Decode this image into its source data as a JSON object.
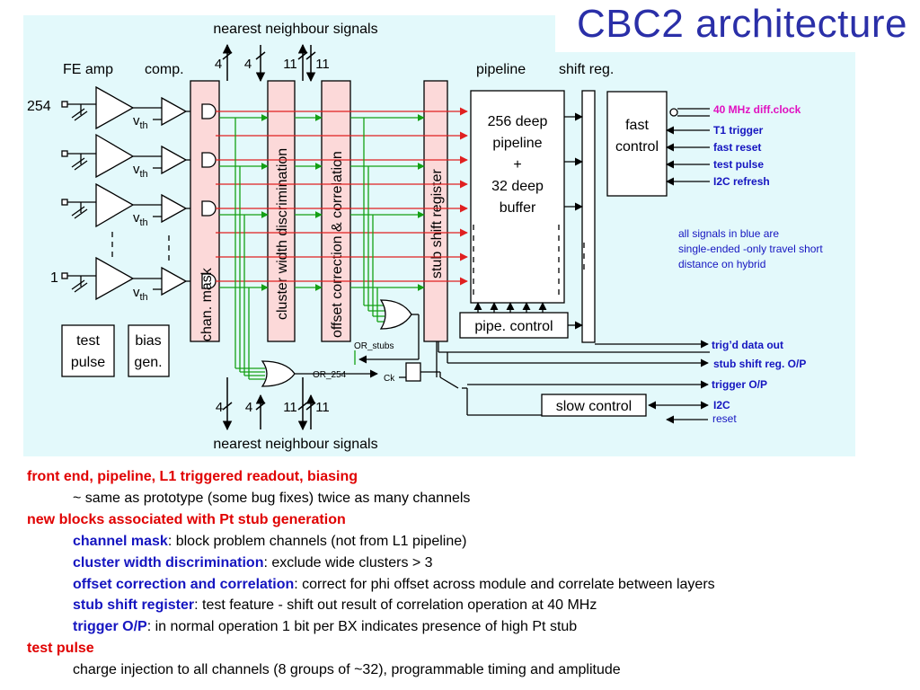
{
  "title": "CBC2 architecture",
  "diagram": {
    "top_label": "nearest neighbour signals",
    "bottom_label": "nearest neighbour signals",
    "bus_widths_top": [
      "4",
      "4",
      "11",
      "11"
    ],
    "bus_widths_bottom": [
      "4",
      "4",
      "11",
      "11"
    ],
    "fe_amp": "FE amp",
    "comp": "comp.",
    "pipeline": "pipeline",
    "shift_reg": "shift reg.",
    "channel_254": "254",
    "channel_1": "1",
    "vth": "v",
    "vth_sub": "th",
    "chan_mask": "chan. mask",
    "cluster_width": "cluster width discrimination",
    "offset_correction": "offset correction & correlation",
    "stub_shift_register": "stub shift register",
    "pipeline_box": [
      "256 deep",
      "pipeline",
      "+",
      "32 deep",
      "buffer"
    ],
    "fast_control": [
      "fast",
      "control"
    ],
    "pipe_control": "pipe. control",
    "slow_control": "slow control",
    "test_pulse": [
      "test",
      "pulse"
    ],
    "bias_gen": [
      "bias",
      "gen."
    ],
    "or_stubs": "OR_stubs",
    "or_254": "OR_254",
    "ck": "Ck",
    "inputs": [
      {
        "label": "40 MHz diff.clock",
        "color": "#e010c0"
      },
      {
        "label": "T1 trigger",
        "color": "#1515c0"
      },
      {
        "label": "fast reset",
        "color": "#1515c0"
      },
      {
        "label": "test pulse",
        "color": "#1515c0"
      },
      {
        "label": "I2C refresh",
        "color": "#1515c0"
      }
    ],
    "blue_note": [
      "all signals in blue are",
      "single-ended -only travel short",
      "distance on hybrid"
    ],
    "outputs": [
      "trig’d data out",
      "stub shift reg. O/P",
      "trigger O/P"
    ],
    "i2c": "I2C",
    "reset": "reset",
    "colors": {
      "panel": "#e3f9fb",
      "block_fill": "#fcd9d9",
      "line_red": "#e02020",
      "line_green": "#14a014",
      "blue_text": "#1515c0",
      "title": "#2a2fa8"
    }
  },
  "notes": [
    {
      "kind": "header",
      "text": "front end, pipeline, L1 triggered readout, biasing"
    },
    {
      "kind": "plain",
      "text": "~ same as prototype (some bug fixes) twice as many channels"
    },
    {
      "kind": "header",
      "text": "new blocks associated with Pt stub generation"
    },
    {
      "kind": "item",
      "term": "channel mask",
      "text": ": block problem channels (not from L1 pipeline)"
    },
    {
      "kind": "item",
      "term": "cluster width discrimination",
      "text": ": exclude wide clusters > 3"
    },
    {
      "kind": "item",
      "term": "offset correction and correlation",
      "text": ": correct for phi offset across module and correlate between layers"
    },
    {
      "kind": "item",
      "term": "stub shift register",
      "text": ": test feature - shift out result of correlation operation at 40 MHz"
    },
    {
      "kind": "item",
      "term": "trigger O/P",
      "text": ": in normal operation 1 bit per BX indicates presence of high Pt stub"
    },
    {
      "kind": "header",
      "text": "test pulse"
    },
    {
      "kind": "plain",
      "text": "charge injection to all channels (8 groups of ~32), programmable timing and amplitude"
    }
  ]
}
